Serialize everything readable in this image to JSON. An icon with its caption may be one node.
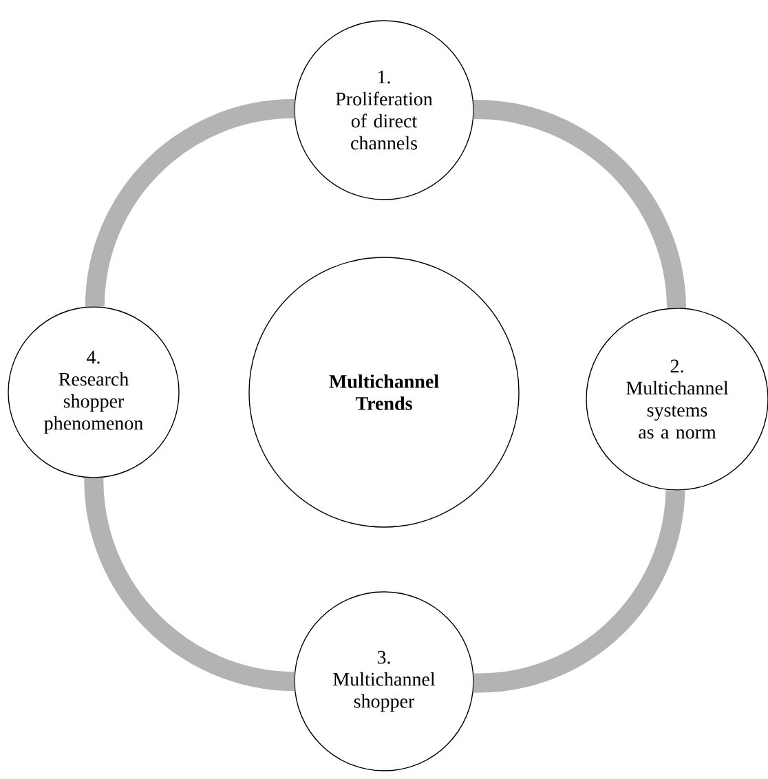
{
  "diagram": {
    "nodes": [
      {
        "text": [
          "1.",
          "Proliferation of direct channels"
        ]
      },
      {
        "text": [
          "2.",
          "Multichannel systems as a norm"
        ]
      },
      {
        "text": [
          "3.",
          "Multichannel shopper"
        ]
      },
      {
        "text": [
          "4.",
          "Research shopper phenomenon"
        ]
      },
      {
        "text": [
          "Multichannel Trends"
        ]
      }
    ],
    "edges": [
      {
        "from": 0,
        "to": 1,
        "arrow": "none"
      },
      {
        "from": 1,
        "to": 2,
        "arrow": "none"
      },
      {
        "from": 2,
        "to": 3,
        "arrow": "none"
      },
      {
        "from": 3,
        "to": 0,
        "arrow": "none"
      }
    ]
  }
}
